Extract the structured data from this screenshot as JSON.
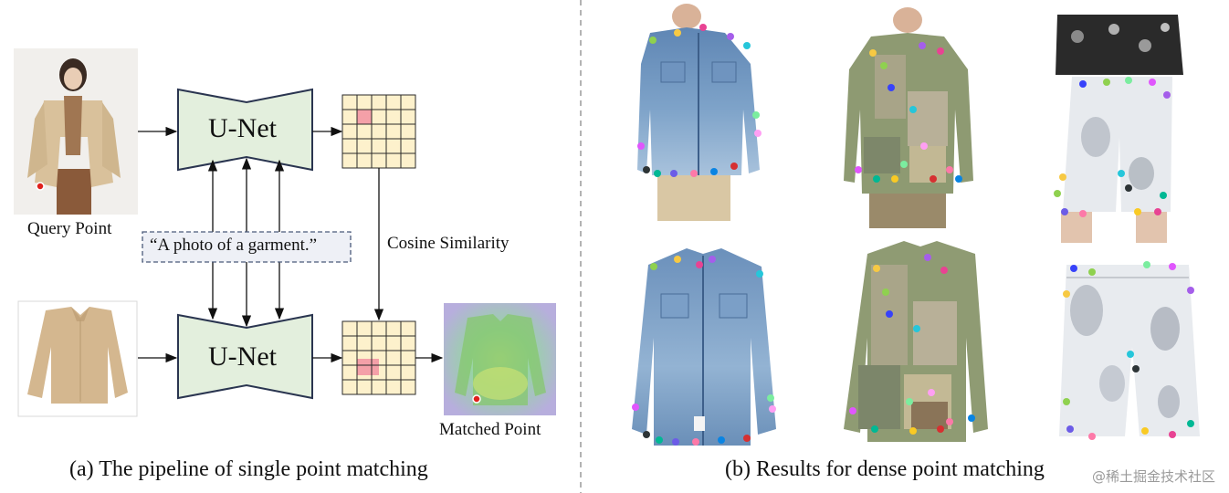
{
  "left_panel": {
    "query_label": "Query Point",
    "prompt_text": "“A photo of a garment.”",
    "unet_top_label": "U-Net",
    "unet_bottom_label": "U-Net",
    "cosine_label": "Cosine Similarity",
    "matched_label": "Matched Point",
    "caption": "(a) The pipeline of single point matching"
  },
  "right_panel": {
    "caption": "(b) Results for dense point matching",
    "garments": [
      "denim-shirt",
      "patchwork-jacket",
      "bleached-shorts"
    ]
  },
  "watermark": "@稀土掘金技术社区",
  "colors": {
    "unet_fill": "#e3efdd",
    "grid_fill": "#fdf1cc",
    "grid_highlight": "#f4a0a8",
    "prompt_border": "#4a5a7a",
    "prompt_fill": "#eef0f6",
    "query_dot": "#e0201c"
  }
}
